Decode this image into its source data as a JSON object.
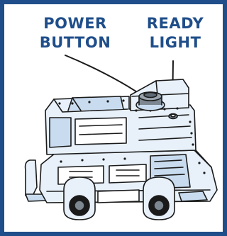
{
  "labels": {
    "power": {
      "line1": "POWER",
      "line2": "BUTTON"
    },
    "ready": {
      "line1": "READY",
      "line2": "LIGHT"
    }
  },
  "colors": {
    "frame": "#1f4e8a",
    "label_text": "#1f4e8a",
    "outline": "#1a1a1a",
    "body_fill": "#e8f1fa",
    "body_shade": "#c9dcef",
    "button_fill": "#7d8791"
  },
  "icons": [
    "power-button-icon",
    "ready-light-icon",
    "robot-vehicle-icon"
  ]
}
